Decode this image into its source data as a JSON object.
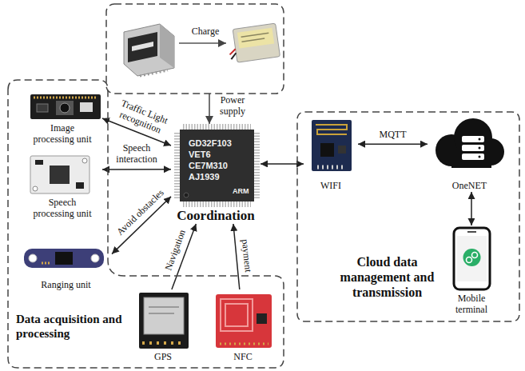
{
  "diagram": {
    "nodes": [
      {
        "text": [
          "Data acquisition and processing"
        ]
      },
      {
        "text": [
          "Image processing unit"
        ],
        "in": 0
      },
      {
        "text": [
          "Speech processing unit"
        ],
        "in": 0
      },
      {
        "text": [
          "Ranging unit"
        ],
        "in": 0
      },
      {
        "text": [
          "GPS"
        ],
        "in": 0
      },
      {
        "text": [
          "NFC"
        ],
        "in": 0
      },
      {
        "text": [
          "Coordination"
        ]
      },
      {
        "text": [
          "Cloud data management and transmission"
        ]
      },
      {
        "text": [
          "WIFI"
        ],
        "in": 7
      },
      {
        "text": [
          "OneNET"
        ],
        "in": 7
      },
      {
        "text": [
          "Mobile terminal"
        ],
        "in": 7
      }
    ],
    "edges": [
      {
        "from": 1,
        "to": 6,
        "label": "Traffic Light recognition",
        "arrow": "both"
      },
      {
        "from": 2,
        "to": 6,
        "label": "Speech interaction",
        "arrow": "both"
      },
      {
        "from": 3,
        "to": 6,
        "label": "Avoid obstacles",
        "arrow": "both"
      },
      {
        "from": 4,
        "to": 6,
        "label": "Navigation",
        "arrow": "to"
      },
      {
        "from": 5,
        "to": 6,
        "label": "payment",
        "arrow": "to"
      },
      {
        "from": 6,
        "to": 8,
        "arrow": "both"
      },
      {
        "from": 8,
        "to": 9,
        "label": "MQTT",
        "arrow": "both"
      },
      {
        "from": 9,
        "to": 10,
        "arrow": "both"
      }
    ],
    "labels": [
      "Charge",
      "Power supply",
      "GD32F103",
      "VET6",
      "CE7M310",
      "AJ1939",
      "ARM"
    ]
  }
}
